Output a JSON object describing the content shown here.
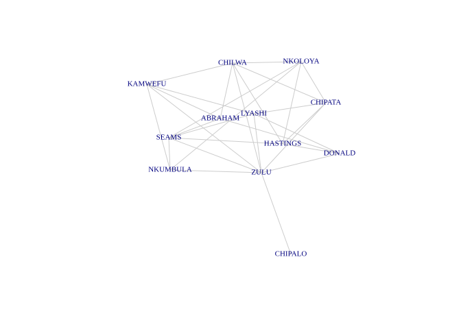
{
  "graph": {
    "label_color": "#00007f",
    "edge_color": "#cccccc",
    "nodes": [
      {
        "id": "CHILWA",
        "label": "CHILWA"
      },
      {
        "id": "NKOLOYA",
        "label": "NKOLOYA"
      },
      {
        "id": "KAMWEFU",
        "label": "KAMWEFU"
      },
      {
        "id": "CHIPATA",
        "label": "CHIPATA"
      },
      {
        "id": "LYASHI",
        "label": "LYASHI"
      },
      {
        "id": "ABRAHAM",
        "label": "ABRAHAM"
      },
      {
        "id": "SEAMS",
        "label": "SEAMS"
      },
      {
        "id": "HASTINGS",
        "label": "HASTINGS"
      },
      {
        "id": "DONALD",
        "label": "DONALD"
      },
      {
        "id": "NKUMBULA",
        "label": "NKUMBULA"
      },
      {
        "id": "ZULU",
        "label": "ZULU"
      },
      {
        "id": "CHIPALO",
        "label": "CHIPALO"
      }
    ],
    "edges": [
      [
        "CHILWA",
        "NKOLOYA"
      ],
      [
        "CHILWA",
        "KAMWEFU"
      ],
      [
        "CHILWA",
        "CHIPATA"
      ],
      [
        "CHILWA",
        "ABRAHAM"
      ],
      [
        "CHILWA",
        "ZULU"
      ],
      [
        "CHILWA",
        "HASTINGS"
      ],
      [
        "NKOLOYA",
        "CHIPATA"
      ],
      [
        "NKOLOYA",
        "SEAMS"
      ],
      [
        "NKOLOYA",
        "HASTINGS"
      ],
      [
        "NKOLOYA",
        "NKUMBULA"
      ],
      [
        "KAMWEFU",
        "LYASHI"
      ],
      [
        "KAMWEFU",
        "ABRAHAM"
      ],
      [
        "KAMWEFU",
        "ZULU"
      ],
      [
        "KAMWEFU",
        "NKUMBULA"
      ],
      [
        "CHIPATA",
        "LYASHI"
      ],
      [
        "CHIPATA",
        "HASTINGS"
      ],
      [
        "CHIPATA",
        "ZULU"
      ],
      [
        "LYASHI",
        "ZULU"
      ],
      [
        "LYASHI",
        "SEAMS"
      ],
      [
        "LYASHI",
        "DONALD"
      ],
      [
        "ABRAHAM",
        "SEAMS"
      ],
      [
        "ABRAHAM",
        "DONALD"
      ],
      [
        "SEAMS",
        "HASTINGS"
      ],
      [
        "SEAMS",
        "ZULU"
      ],
      [
        "SEAMS",
        "NKUMBULA"
      ],
      [
        "HASTINGS",
        "DONALD"
      ],
      [
        "DONALD",
        "ZULU"
      ],
      [
        "NKUMBULA",
        "ZULU"
      ],
      [
        "ZULU",
        "CHIPALO"
      ]
    ]
  }
}
